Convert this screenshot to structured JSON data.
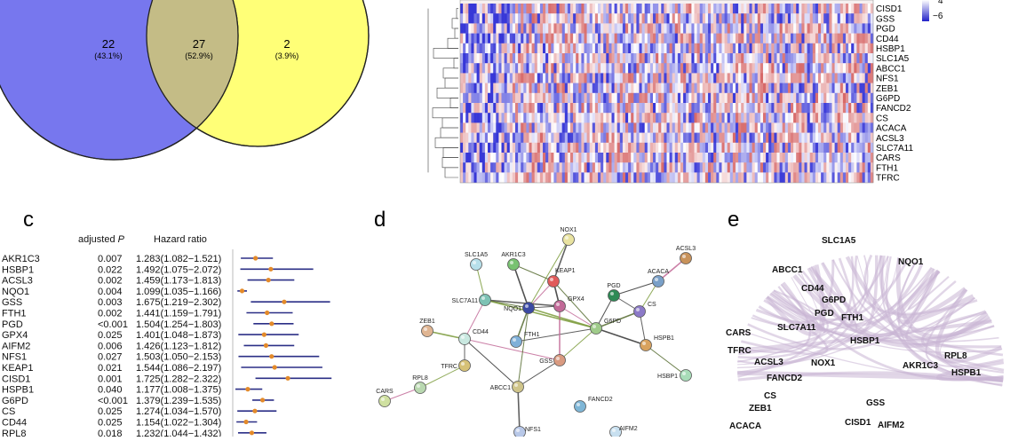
{
  "venn": {
    "left": {
      "count": "22",
      "pct": "(43.1%)",
      "color": "#7777ee"
    },
    "middle": {
      "count": "27",
      "pct": "(52.9%)",
      "color": "#c4bc86"
    },
    "right": {
      "count": "2",
      "pct": "(3.9%)",
      "color": "#ffff77"
    }
  },
  "heatmap": {
    "genes": [
      "CISD1",
      "GSS",
      "PGD",
      "CD44",
      "HSBP1",
      "SLC1A5",
      "ABCC1",
      "NFS1",
      "ZEB1",
      "G6PD",
      "FANCD2",
      "CS",
      "ACACA",
      "ACSL3",
      "SLC7A11",
      "CARS",
      "FTH1",
      "TFRC"
    ],
    "legend_ticks": [
      "4",
      "−6"
    ],
    "colors": {
      "high": "#d24b4b",
      "mid": "#ffffff",
      "low": "#2323c8"
    }
  },
  "forest": {
    "label": "c",
    "header_p": "adjusted",
    "header_p_italic": "P",
    "header_hr": "Hazard ratio",
    "rows": [
      {
        "gene": "AKR1C3",
        "p": "0.007",
        "hr": "1.283(1.082−1.521)",
        "est": 1.283,
        "lo": 1.082,
        "hi": 1.521
      },
      {
        "gene": "HSBP1",
        "p": "0.022",
        "hr": "1.492(1.075−2.072)",
        "est": 1.492,
        "lo": 1.075,
        "hi": 2.072
      },
      {
        "gene": "ACSL3",
        "p": "0.002",
        "hr": "1.459(1.173−1.813)",
        "est": 1.459,
        "lo": 1.173,
        "hi": 1.813
      },
      {
        "gene": "NQO1",
        "p": "0.004",
        "hr": "1.099(1.035−1.166)",
        "est": 1.099,
        "lo": 1.035,
        "hi": 1.166
      },
      {
        "gene": "GSS",
        "p": "0.003",
        "hr": "1.675(1.219−2.302)",
        "est": 1.675,
        "lo": 1.219,
        "hi": 2.302
      },
      {
        "gene": "FTH1",
        "p": "0.002",
        "hr": "1.441(1.159−1.791)",
        "est": 1.441,
        "lo": 1.159,
        "hi": 1.791
      },
      {
        "gene": "PGD",
        "p": "<0.001",
        "hr": "1.504(1.254−1.803)",
        "est": 1.504,
        "lo": 1.254,
        "hi": 1.803
      },
      {
        "gene": "GPX4",
        "p": "0.025",
        "hr": "1.401(1.048−1.873)",
        "est": 1.401,
        "lo": 1.048,
        "hi": 1.873
      },
      {
        "gene": "AIFM2",
        "p": "0.006",
        "hr": "1.426(1.123−1.812)",
        "est": 1.426,
        "lo": 1.123,
        "hi": 1.812
      },
      {
        "gene": "NFS1",
        "p": "0.027",
        "hr": "1.503(1.050−2.153)",
        "est": 1.503,
        "lo": 1.05,
        "hi": 2.153
      },
      {
        "gene": "KEAP1",
        "p": "0.021",
        "hr": "1.544(1.086−2.197)",
        "est": 1.544,
        "lo": 1.086,
        "hi": 2.197
      },
      {
        "gene": "CISD1",
        "p": "0.001",
        "hr": "1.725(1.282−2.322)",
        "est": 1.725,
        "lo": 1.282,
        "hi": 2.322
      },
      {
        "gene": "HSPB1",
        "p": "0.040",
        "hr": "1.177(1.008−1.375)",
        "est": 1.177,
        "lo": 1.008,
        "hi": 1.375
      },
      {
        "gene": "G6PD",
        "p": "<0.001",
        "hr": "1.379(1.239−1.535)",
        "est": 1.379,
        "lo": 1.239,
        "hi": 1.535
      },
      {
        "gene": "CS",
        "p": "0.025",
        "hr": "1.274(1.034−1.570)",
        "est": 1.274,
        "lo": 1.034,
        "hi": 1.57
      },
      {
        "gene": "CD44",
        "p": "0.025",
        "hr": "1.154(1.022−1.304)",
        "est": 1.154,
        "lo": 1.022,
        "hi": 1.304
      },
      {
        "gene": "RPL8",
        "p": "0.018",
        "hr": "1.232(1.044−1.432)",
        "est": 1.232,
        "lo": 1.044,
        "hi": 1.432
      }
    ],
    "ci_color": "#2b2f86",
    "point_color": "#e38a2a"
  },
  "network": {
    "label": "d",
    "nodes": [
      {
        "id": "NOX1",
        "color": "#e9e3a0"
      },
      {
        "id": "ACSL3",
        "color": "#c8925a"
      },
      {
        "id": "SLC1A5",
        "color": "#b7e0ea"
      },
      {
        "id": "AKR1C3",
        "color": "#79c271"
      },
      {
        "id": "KEAP1",
        "color": "#e15b5b"
      },
      {
        "id": "ACACA",
        "color": "#7aa0c8"
      },
      {
        "id": "PGD",
        "color": "#2e8a55"
      },
      {
        "id": "SLC7A11",
        "color": "#7ec2b4"
      },
      {
        "id": "NQO1",
        "color": "#3b4aa3"
      },
      {
        "id": "GPX4",
        "color": "#c26a98"
      },
      {
        "id": "CS",
        "color": "#8c7ac8"
      },
      {
        "id": "G6PD",
        "color": "#9fcb8a"
      },
      {
        "id": "ZEB1",
        "color": "#e0b592"
      },
      {
        "id": "CD44",
        "color": "#c9e8e0"
      },
      {
        "id": "FTH1",
        "color": "#7fb0d8"
      },
      {
        "id": "HSPB1",
        "color": "#d8a25e"
      },
      {
        "id": "TFRC",
        "color": "#d6c176"
      },
      {
        "id": "GSS",
        "color": "#d99a80"
      },
      {
        "id": "RPL8",
        "color": "#b9d8b0"
      },
      {
        "id": "ABCC1",
        "color": "#cfc48a"
      },
      {
        "id": "FANCD2",
        "color": "#7fb6d6"
      },
      {
        "id": "HSBP1",
        "color": "#a8dcb8"
      },
      {
        "id": "CARS",
        "color": "#cfe0a0"
      },
      {
        "id": "NFS1",
        "color": "#b8c8e8"
      },
      {
        "id": "AIFM2",
        "color": "#c8e0f0"
      }
    ]
  },
  "circle_net": {
    "label": "e",
    "genes": [
      "SLC1A5",
      "NQO1",
      "ABCC1",
      "CD44",
      "G6PD",
      "PGD",
      "FTH1",
      "CARS",
      "SLC7A11",
      "HSBP1",
      "TFRC",
      "RPL8",
      "ACSL3",
      "NOX1",
      "AKR1C3",
      "HSPB1",
      "FANCD2",
      "CS",
      "GSS",
      "ZEB1",
      "CISD1",
      "AIFM2",
      "ACACA"
    ],
    "arc_color": "#c9b5d4"
  }
}
